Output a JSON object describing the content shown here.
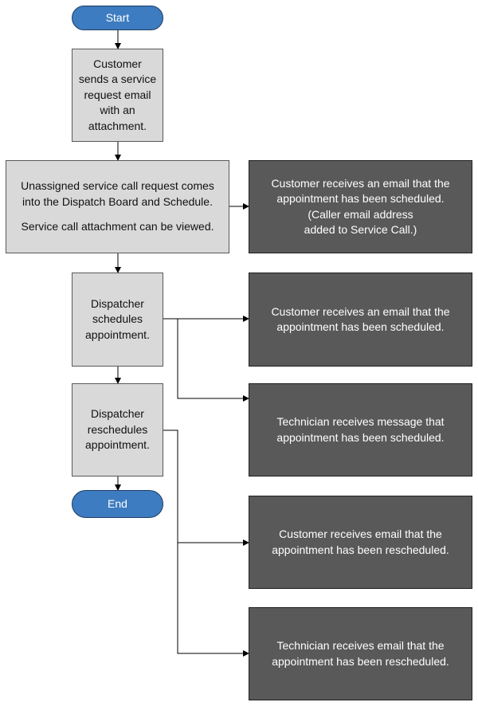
{
  "flow": {
    "start": "Start",
    "end": "End",
    "step1": {
      "lines": [
        "Customer",
        "sends a service",
        "request email",
        "with an",
        "attachment."
      ]
    },
    "step2": {
      "lines": [
        "Unassigned service call request comes",
        "into the Dispatch Board and Schedule."
      ],
      "note": "Service call attachment can be viewed."
    },
    "step3": {
      "lines": [
        "Dispatcher",
        "schedules",
        "appointment."
      ]
    },
    "step4": {
      "lines": [
        "Dispatcher",
        "reschedules",
        "appointment."
      ]
    }
  },
  "notifications": {
    "n1": {
      "lines": [
        "Customer receives an email that the",
        "appointment has been scheduled.",
        "(Caller email address",
        "added to Service Call.)"
      ]
    },
    "n2": {
      "lines": [
        "Customer receives an email that the",
        "appointment has been scheduled."
      ]
    },
    "n3": {
      "lines": [
        "Technician receives message that",
        "appointment has been scheduled."
      ]
    },
    "n4": {
      "lines": [
        "Customer receives email that the",
        "appointment has been rescheduled."
      ]
    },
    "n5": {
      "lines": [
        "Technician receives email that the",
        "appointment has been rescheduled."
      ]
    }
  },
  "colors": {
    "terminal": "#3d7cc0",
    "process": "#d9d9d9",
    "notification": "#595959",
    "connector": "#000000"
  }
}
